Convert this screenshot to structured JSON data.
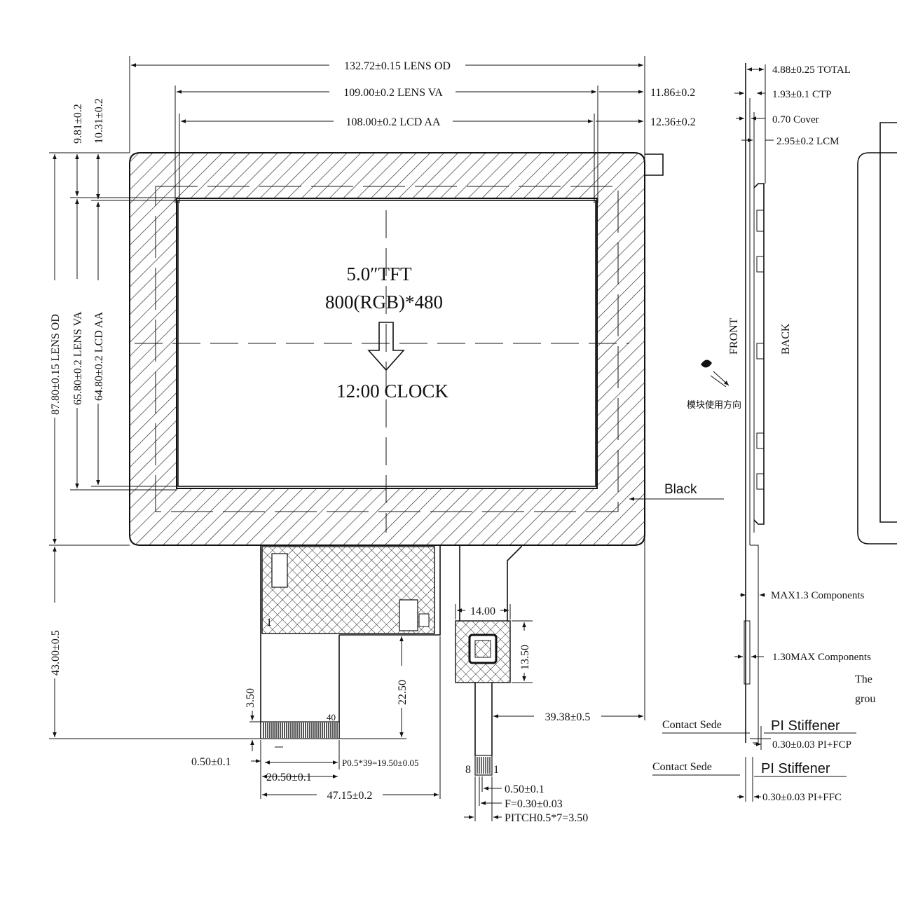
{
  "top_dims": {
    "lens_od": "132.72±0.15 LENS OD",
    "lens_va": "109.00±0.2 LENS VA",
    "lcd_aa": "108.00±0.2 LCD AA",
    "right_1186": "11.86±0.2",
    "right_1236": "12.36±0.2"
  },
  "left_dims": {
    "d981": "9.81±0.2",
    "d1031": "10.31±0.2",
    "lens_od": "87.80±0.15 LENS OD",
    "lens_va": "65.80±0.2 LENS VA",
    "lcd_aa": "64.80±0.2 LCD AA",
    "d4300": "43.00±0.5"
  },
  "center_text": {
    "size": "5.0″TFT",
    "resolution": "800(RGB)*480",
    "orientation": "12:00 CLOCK"
  },
  "labels": {
    "black": "Black",
    "front": "FRONT",
    "back": "BACK",
    "module_dir": "模块使用方向",
    "pin1_main": "1",
    "pin40": "40",
    "pin8": "8",
    "pin1_small": "1"
  },
  "fpc_dims": {
    "d350": "3.50",
    "d050a": "0.50±0.1",
    "pitch40": "P0.5*39=19.50±0.05",
    "d2050": "20.50±0.1",
    "d4715": "47.15±0.2",
    "d2250": "22.50",
    "d1400": "14.00",
    "d1350": "13.50",
    "d3938": "39.38±0.5",
    "d050b": "0.50±0.1",
    "f030": "F=0.30±0.03",
    "pitch8": "PITCH0.5*7=3.50"
  },
  "side_dims": {
    "total": "4.88±0.25 TOTAL",
    "ctp": "1.93±0.1 CTP",
    "cover": "0.70 Cover",
    "lcm": "2.95±0.2 LCM",
    "max13": "MAX1.3 Components",
    "max130": "1.30MAX Components",
    "note1": "The",
    "note2": "grou",
    "contact1": "Contact Sede",
    "stiff1": "PI Stiffener",
    "pi_fcp": "0.30±0.03 PI+FCP",
    "contact2": "Contact Sede",
    "stiff2": "PI Stiffener",
    "pi_ffc": "0.30±0.03 PI+FFC"
  }
}
